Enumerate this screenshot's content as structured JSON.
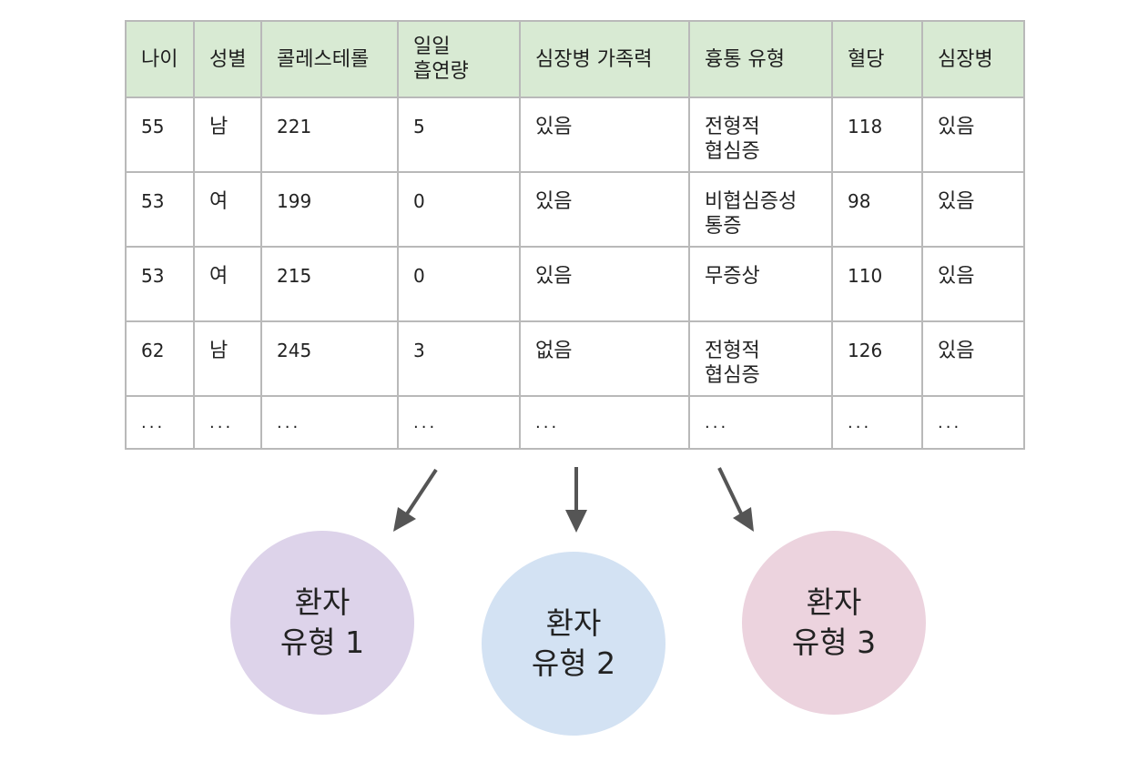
{
  "table": {
    "headers": [
      [
        "나이"
      ],
      [
        "성별"
      ],
      [
        "콜레스테롤"
      ],
      [
        "일일",
        "흡연량"
      ],
      [
        "심장병 가족력"
      ],
      [
        "흉통 유형"
      ],
      [
        "혈당"
      ],
      [
        "심장병"
      ]
    ],
    "rows": [
      [
        [
          "55"
        ],
        [
          "남"
        ],
        [
          "221"
        ],
        [
          "5"
        ],
        [
          "있음"
        ],
        [
          "전형적",
          "협심증"
        ],
        [
          "118"
        ],
        [
          "있음"
        ]
      ],
      [
        [
          "53"
        ],
        [
          "여"
        ],
        [
          "199"
        ],
        [
          "0"
        ],
        [
          "있음"
        ],
        [
          "비협심증성",
          "통증"
        ],
        [
          "98"
        ],
        [
          "있음"
        ]
      ],
      [
        [
          "53"
        ],
        [
          "여"
        ],
        [
          "215"
        ],
        [
          "0"
        ],
        [
          "있음"
        ],
        [
          "무증상"
        ],
        [
          "110"
        ],
        [
          "있음"
        ]
      ],
      [
        [
          "62"
        ],
        [
          "남"
        ],
        [
          "245"
        ],
        [
          "3"
        ],
        [
          "없음"
        ],
        [
          "전형적",
          "협심증"
        ],
        [
          "126"
        ],
        [
          "있음"
        ]
      ]
    ],
    "ellipsis": "..."
  },
  "clusters": [
    {
      "line1": "환자",
      "line2": "유형 1",
      "color": "#ddd3ea"
    },
    {
      "line1": "환자",
      "line2": "유형 2",
      "color": "#d3e2f3"
    },
    {
      "line1": "환자",
      "line2": "유형 3",
      "color": "#ecd3de"
    }
  ],
  "colors": {
    "header_bg": "#d8ead3",
    "grid": "#b9b9b9",
    "arrow": "#555555"
  }
}
